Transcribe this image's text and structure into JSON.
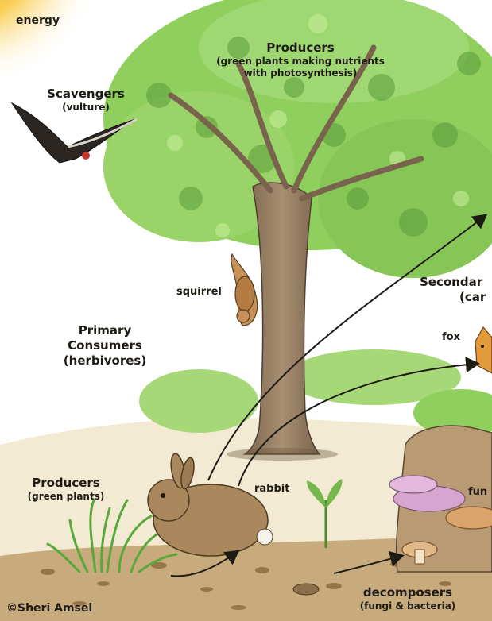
{
  "labels": {
    "energy": "energy",
    "producers_tree": {
      "title": "Producers",
      "line1": "(green plants making nutrients",
      "line2": "with photosynthesis)"
    },
    "scavengers": {
      "title": "Scavengers",
      "sub": "(vulture)"
    },
    "squirrel": "squirrel",
    "secondary": {
      "title": "Secondar",
      "sub": "(car"
    },
    "primary": {
      "line1": "Primary",
      "line2": "Consumers",
      "line3": "(herbivores)"
    },
    "fox": "fox",
    "producers_ground": {
      "title": "Producers",
      "sub": "(green plants)"
    },
    "rabbit": "rabbit",
    "fungi": "fun",
    "decomposers": {
      "title": "decomposers",
      "sub": "(fungi & bacteria)"
    },
    "credit": "©Sheri Amsel"
  },
  "colors": {
    "sun": "#f7c23a",
    "leaf": "#8fcf5e",
    "leaf_dark": "#5a9a3a",
    "trunk": "#9a8266",
    "ground": "#f3ecd6"
  }
}
